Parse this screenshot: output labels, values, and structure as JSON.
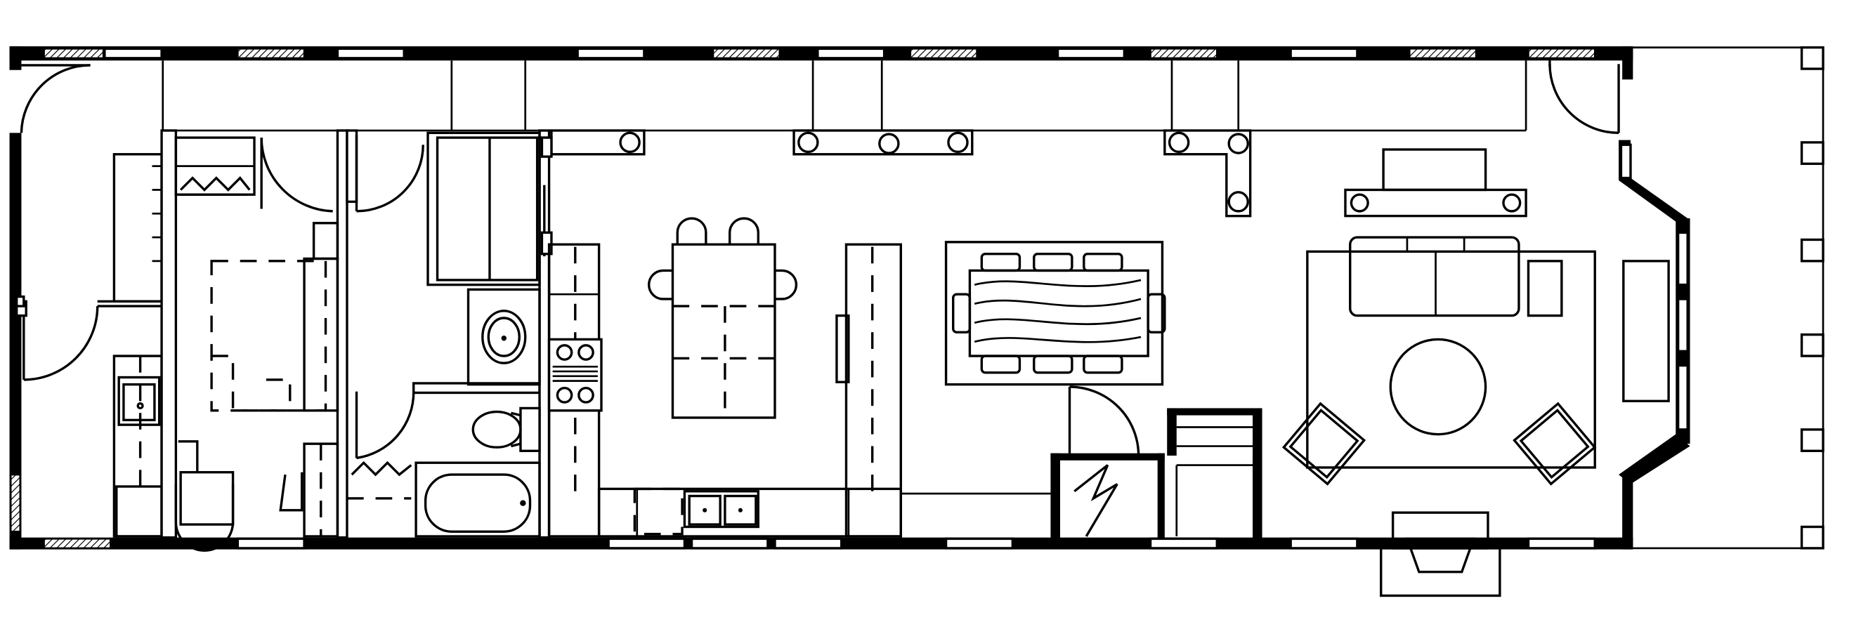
{
  "plan": {
    "stroke_color": "#000000",
    "background_color": "#ffffff",
    "rooms": [
      "entry",
      "laundry",
      "bedroom",
      "bathroom",
      "kitchen",
      "dining",
      "stair",
      "living",
      "porch"
    ],
    "fixtures": [
      "washer",
      "dryer",
      "toilet",
      "bathtub",
      "sink",
      "range",
      "kitchen-island",
      "dining-table",
      "sofa",
      "coffee-table",
      "armchair",
      "tv-console",
      "fireplace"
    ]
  }
}
